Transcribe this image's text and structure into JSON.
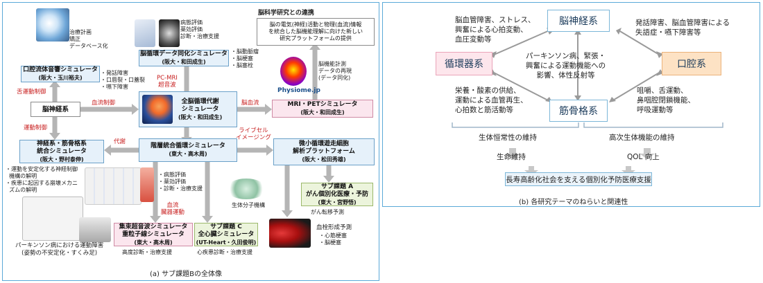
{
  "left": {
    "caption": "(a) サブ課題Bの全体像",
    "oral": {
      "title": "口腔流体音響シミュレータ",
      "sub": "(阪大・玉川裕夫)",
      "note": "治療計画\n矯正\nデータベース化",
      "bullets": "・発話障害\n・口唇裂・口蓋裂\n・嚥下障害"
    },
    "brain_data": {
      "title": "脳循環データ同化シミュレータ",
      "sub": "(阪大・和田成生)",
      "note": "病態評価\n薬効評価\n診断・治療支援",
      "bullets": "・脳動脈瘤\n・脳梗塞\n・脳塞栓"
    },
    "brain_research": {
      "title": "脳科学研究との連携",
      "text": "脳の電気(神経)活動と物理(血流)情報\nを統合した脳機能理解に向けた新しい\n研究プラットフォームの提供"
    },
    "nerve": {
      "title": "脳神経系"
    },
    "whole": {
      "title": "全脳循環代謝\nシミュレータ",
      "sub": "(阪大・和田成生)"
    },
    "mri": {
      "title": "MRI・PETシミュレータ",
      "sub": "(阪大・和田成生)",
      "note": "脳機能計測\nデータの再現\n(データ同化)",
      "logo": "Physiome.jp"
    },
    "musculo": {
      "title": "神経系・筋骨格系\n統合シミュレータ",
      "sub": "(阪大・野村泰伸)",
      "bullets": "・運動を安定化する神経制御\n  機構の解明\n・疾患に起因する崩壊メカニ\n  ズムの解明",
      "caption": "パーキンソン病における運動障害\n(姿勢の不安定化・すくみ足)"
    },
    "hier": {
      "title": "階層統合循環シミュレータ",
      "sub": "(東大・高木周)",
      "bullets": "・病態評価\n・薬効評価\n・診断・治療支援"
    },
    "micro": {
      "title": "微小循環遊走細胞\n解析プラットフォーム",
      "sub": "(阪大・松田秀雄)",
      "mol": "生体分子機構"
    },
    "subA": {
      "title": "サブ課題 A\nがん個別化医療・予防",
      "sub": "(東大・宮野悟)",
      "note": "がん転移予測"
    },
    "focus": {
      "title": "集束超音波シミュレータ\n重粒子線シミュレータ",
      "sub": "(東大・高木周)",
      "note": "高度診断・治療支援"
    },
    "subC": {
      "title": "サブ課題 C\n全心臓シミュレータ",
      "sub": "(UT-Heart・久田俊明)",
      "note": "心疾患診断・治療支援"
    },
    "thrombus": {
      "title": "血栓形成予測",
      "bullets": "・心筋梗塞\n・脳梗塞"
    },
    "labels": {
      "tongue": "舌運動制御",
      "blood_ctrl": "血流制御",
      "motor": "運動制御",
      "pcmri": "PC-MRI\n超音波",
      "cbf": "脳血流",
      "metab": "代謝",
      "livecell": "ライブセル\nイメージング",
      "organ": "血流\n臓器運動"
    }
  },
  "right": {
    "caption": "(b) 各研究テーマのねらいと関連性",
    "nodes": {
      "nerve": "脳神経系",
      "circ": "循環器系",
      "oral": "口腔系",
      "musc": "筋骨格系"
    },
    "texts": {
      "tl": "脳血管障害、ストレス、\n興奮による心拍変動、\n血圧変動等",
      "tr": "発話障害、脳血管障害による\n失語症・嚥下障害等",
      "center": "パーキンソン病、緊張・\n興奮による運動機能への\n影響、体性反射等",
      "bl": "栄養・酸素の供給、\n運動による血管再生、\n心拍数と筋活動等",
      "br": "咀嚼、舌運動、\n鼻咽腔閉鎖機能、\n呼吸運動等"
    },
    "homeo": "生体恒常性の維持",
    "higher": "高次生体機能の維持",
    "life": "生命維持",
    "qol": "QOL 向上",
    "goal": "長寿高齢化社会を支える個別化予防医療支援"
  }
}
